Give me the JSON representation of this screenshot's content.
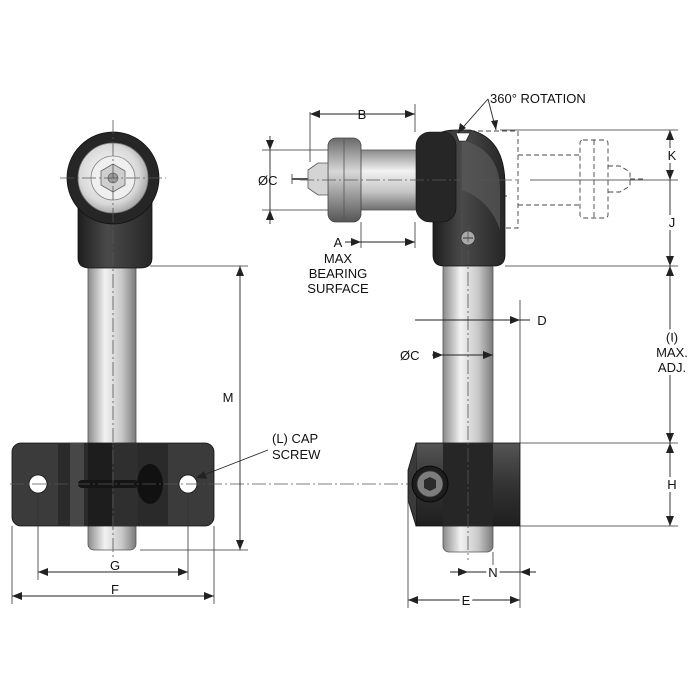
{
  "labels": {
    "A": "A",
    "max_bearing_surface": [
      "MAX",
      "BEARING",
      "SURFACE"
    ],
    "B": "B",
    "C_left": "ØC",
    "C_right": "ØC",
    "D": "D",
    "E": "E",
    "F": "F",
    "G": "G",
    "H": "H",
    "I_adj": [
      "(I)",
      "MAX.",
      "ADJ."
    ],
    "J": "J",
    "K": "K",
    "M": "M",
    "N": "N",
    "cap_screw": [
      "(L) CAP",
      "SCREW"
    ],
    "rotation": "360° ROTATION"
  },
  "colors": {
    "body_dark": "#2e2e2e",
    "body_mid": "#505050",
    "steel_light": "#e6e6e6",
    "steel_mid": "#a9a9a9",
    "steel_dark": "#6b6b6b",
    "line": "#222222"
  }
}
